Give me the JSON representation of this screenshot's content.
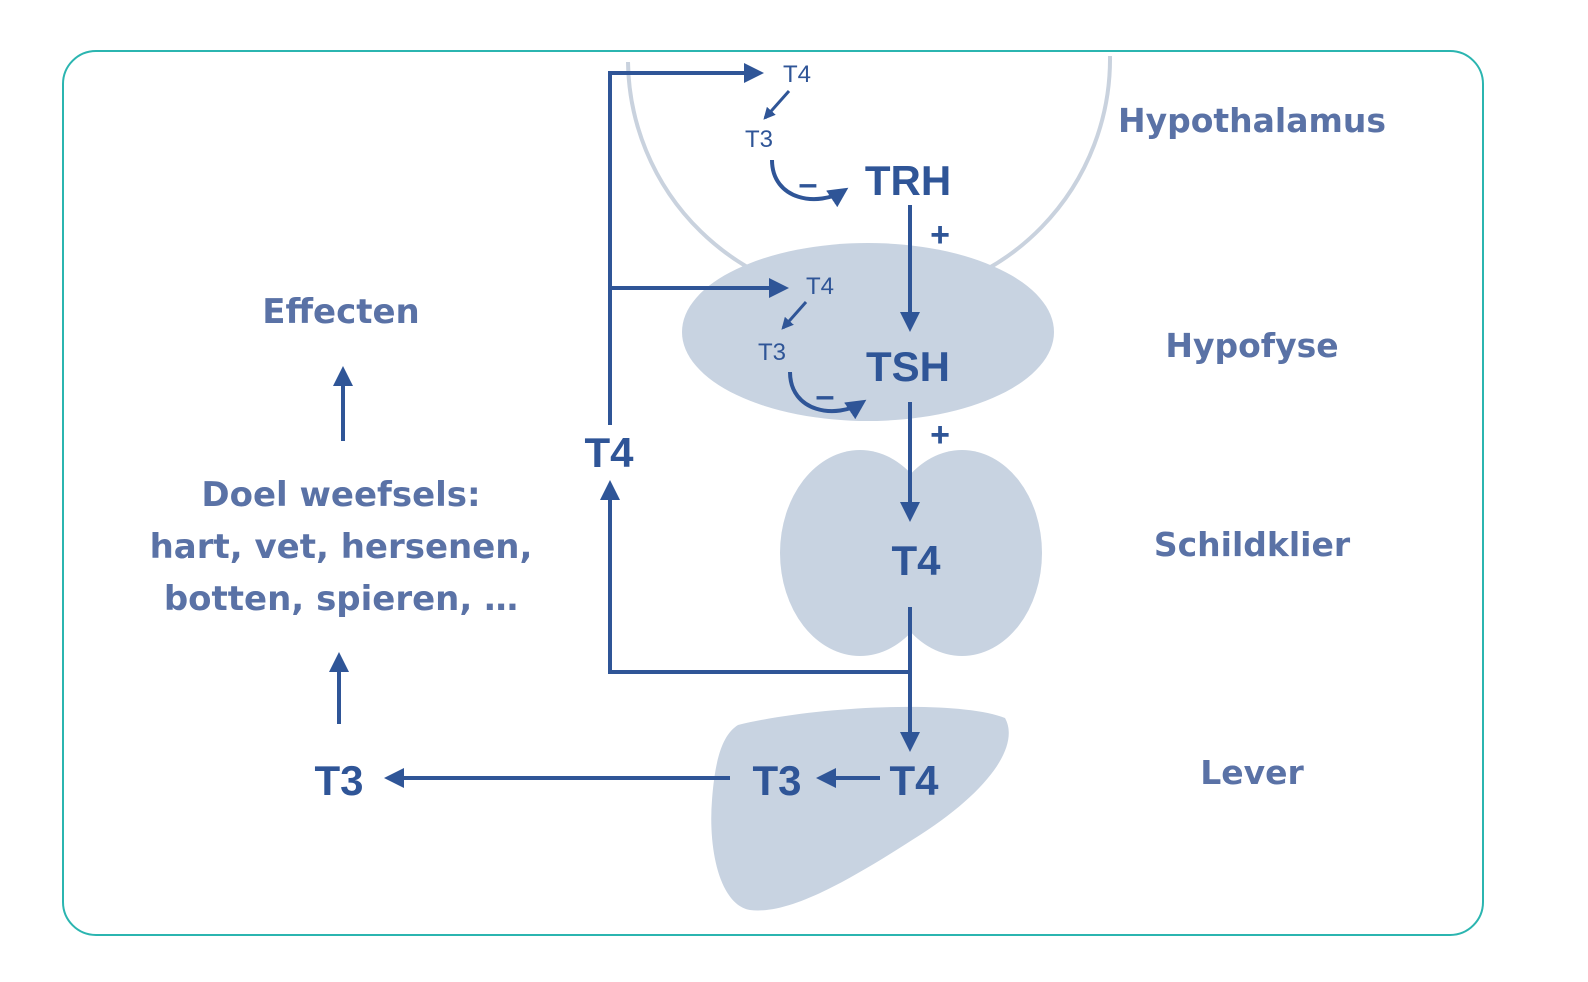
{
  "colors": {
    "frame": "#2bb5b0",
    "arrow": "#2f5597",
    "organ_fill": "#c8d3e1",
    "text_organ": "#5a72a6"
  },
  "organs": {
    "hypothalamus": "Hypothalamus",
    "hypofyse": "Hypofyse",
    "schildklier": "Schildklier",
    "lever": "Lever"
  },
  "hormones": {
    "trh": "TRH",
    "tsh": "TSH",
    "t4_thyroid": "T4",
    "t4_liver": "T4",
    "t3_liver": "T3",
    "t3_output": "T3",
    "t4_feedback": "T4",
    "t4_small_hypothalamus": "T4",
    "t3_small_hypothalamus": "T3",
    "t4_small_hypofyse": "T4",
    "t3_small_hypofyse": "T3"
  },
  "signs": {
    "plus_trh": "+",
    "plus_tsh": "+",
    "minus_hypothalamus": "–",
    "minus_hypofyse": "–"
  },
  "targets": {
    "effecten": "Effecten",
    "line1": "Doel weefsels:",
    "line2": "hart, vet, hersenen,",
    "line3": "botten, spieren, …"
  }
}
